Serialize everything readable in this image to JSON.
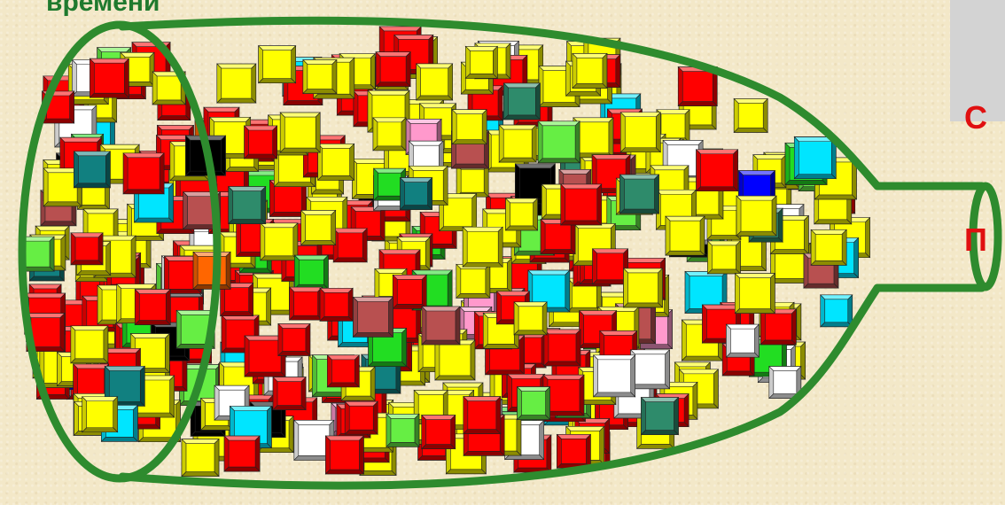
{
  "title_fragment": "времени",
  "side_text_lines": [
    "С",
    "П"
  ],
  "colors": {
    "background": "#f3e8c8",
    "outline": "#2e8b2e",
    "panel": "#d3d3d3",
    "side_text": "#e01010",
    "title_text": "#1f7a2e"
  },
  "block_palette": {
    "yellow": "#ffff00",
    "red": "#ff0000",
    "white": "#ffffff",
    "black": "#000000",
    "blue": "#0000ff",
    "cyan": "#00e5ff",
    "green": "#22dd22",
    "lime": "#66ee44",
    "pink": "#ff99cc",
    "teal": "#118080",
    "brown": "#b85050",
    "orange": "#ff6600",
    "lavender": "#c59cff",
    "sea": "#2e8b6b"
  }
}
